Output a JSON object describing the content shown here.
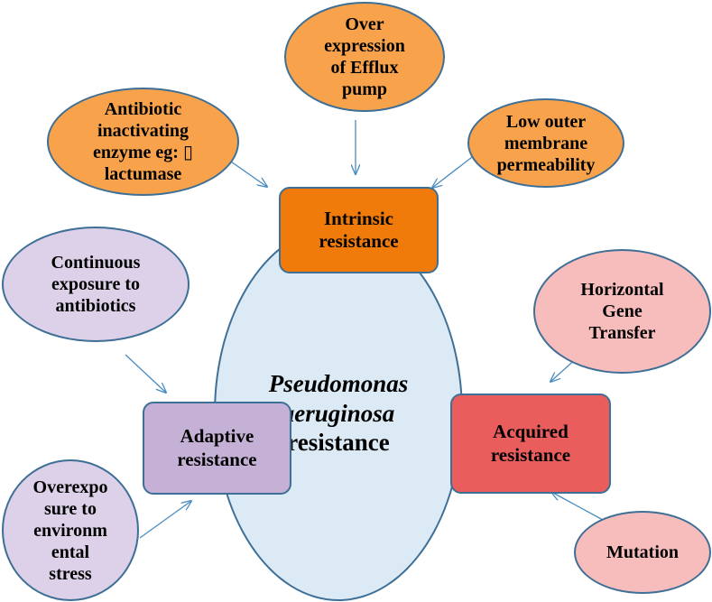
{
  "center": {
    "line1": "Pseudomonas",
    "line2": "aeruginosa",
    "line3": "resistance"
  },
  "categories": {
    "intrinsic": {
      "line1": "Intrinsic",
      "line2": "resistance"
    },
    "adaptive": {
      "line1": "Adaptive",
      "line2": "resistance"
    },
    "acquired": {
      "line1": "Acquired",
      "line2": "resistance"
    }
  },
  "factors": {
    "efflux": {
      "lines": [
        "Over",
        "expression",
        "of Efflux",
        "pump"
      ]
    },
    "inactivate": {
      "lines": [
        "Antibiotic",
        "inactivating",
        "enzyme eg: ▯",
        "lactumase"
      ]
    },
    "membrane": {
      "lines": [
        "Low outer",
        "membrane",
        "permeability"
      ]
    },
    "continuous": {
      "lines": [
        "Continuous",
        "exposure to",
        "antibiotics"
      ]
    },
    "overexpo": {
      "lines": [
        "Overexpo",
        "sure to",
        "environm",
        "ental",
        "stress"
      ]
    },
    "hgt": {
      "lines": [
        "Horizontal",
        "Gene",
        "Transfer"
      ]
    },
    "mutation": {
      "lines": [
        "Mutation"
      ]
    }
  },
  "colors": {
    "intrinsic": "#f07b0b",
    "intrinsic_factors": "#f8a34c",
    "adaptive": "#c5b1d6",
    "adaptive_factors": "#dcd1e8",
    "acquired": "#e95d5c",
    "acquired_factors": "#f7bdbc",
    "center": "#dbeaf5",
    "outline": "#3e6f96",
    "arrow": "#4a8cc0"
  }
}
